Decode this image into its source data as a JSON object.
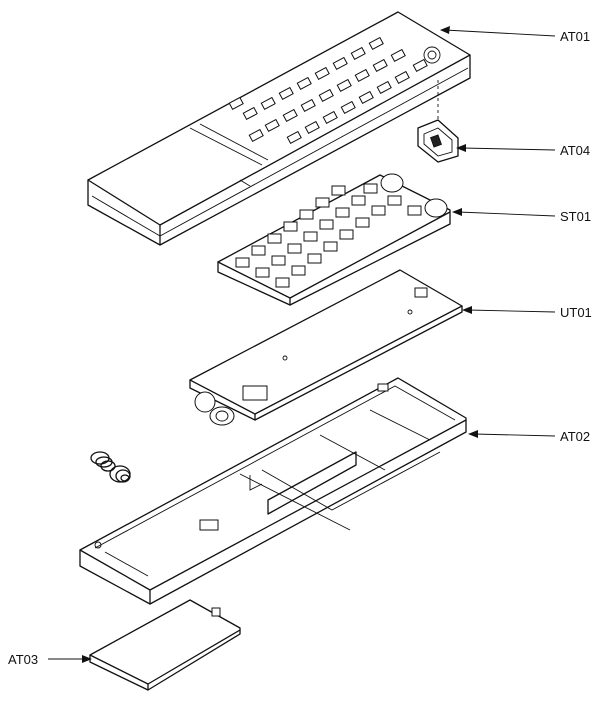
{
  "labels": {
    "at01": "AT01",
    "at04": "AT04",
    "st01": "ST01",
    "ut01": "UT01",
    "at02": "AT02",
    "at03": "AT03"
  }
}
